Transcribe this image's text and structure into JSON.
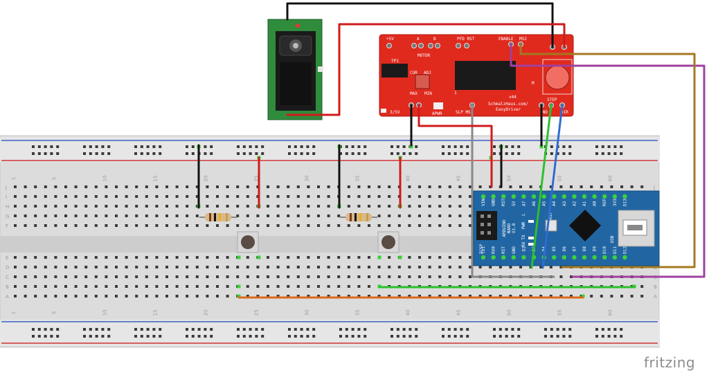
{
  "diagram": {
    "brand": "fritzing",
    "breadboard": {
      "column_numbers": [
        "1",
        "5",
        "10",
        "15",
        "20",
        "25",
        "30",
        "35",
        "40",
        "45",
        "50",
        "55",
        "60"
      ],
      "row_letters_top": [
        "J",
        "I",
        "H",
        "G",
        "F"
      ],
      "row_letters_bottom": [
        "E",
        "D",
        "C",
        "B",
        "A"
      ]
    },
    "easydriver": {
      "pwr_label": "+5V",
      "motor_a_label": "A",
      "motor_b_label": "B",
      "motor_label": "MOTOR",
      "pfd_rst_label": "PFD RST",
      "enable_label": "ENABLE",
      "ms2_label": "MS2",
      "tp1_label": "TP1",
      "cur_label": "CUR",
      "adj_label": "ADJ",
      "max_label": "MAX",
      "min_label": "MIN",
      "one_label": "1",
      "v_label": "v44",
      "site_label": "SchmalzHaus.com/",
      "easy_label": "EasyDriver",
      "step_label": "STEP",
      "gnd_label": "GND",
      "dir_label": "DIR",
      "slp_label": "SLP MS1",
      "apwr_label": "APWR",
      "v35_label": "3/5V",
      "m_label": "M"
    },
    "arduino": {
      "name": "ARDUINO",
      "model": "NANO",
      "version": "V3.0",
      "icsp_label": "ICSP",
      "pwr_label": "PWR",
      "tx_label": "TX",
      "rx_label": "RX",
      "l_label": "L",
      "rst_label": "RST",
      "usb_label": "USB",
      "top_pins": [
        "VIN",
        "GND",
        "RST",
        "5V",
        "A7",
        "A6",
        "A5",
        "A4",
        "A3",
        "A2",
        "A1",
        "A0",
        "REF",
        "3V3",
        "D13"
      ],
      "bottom_pins": [
        "TX1",
        "RX0",
        "RST",
        "GND",
        "D2",
        "D3",
        "D4",
        "D5",
        "D6",
        "D7",
        "D8",
        "D9",
        "D10",
        "D11",
        "D12"
      ]
    }
  }
}
